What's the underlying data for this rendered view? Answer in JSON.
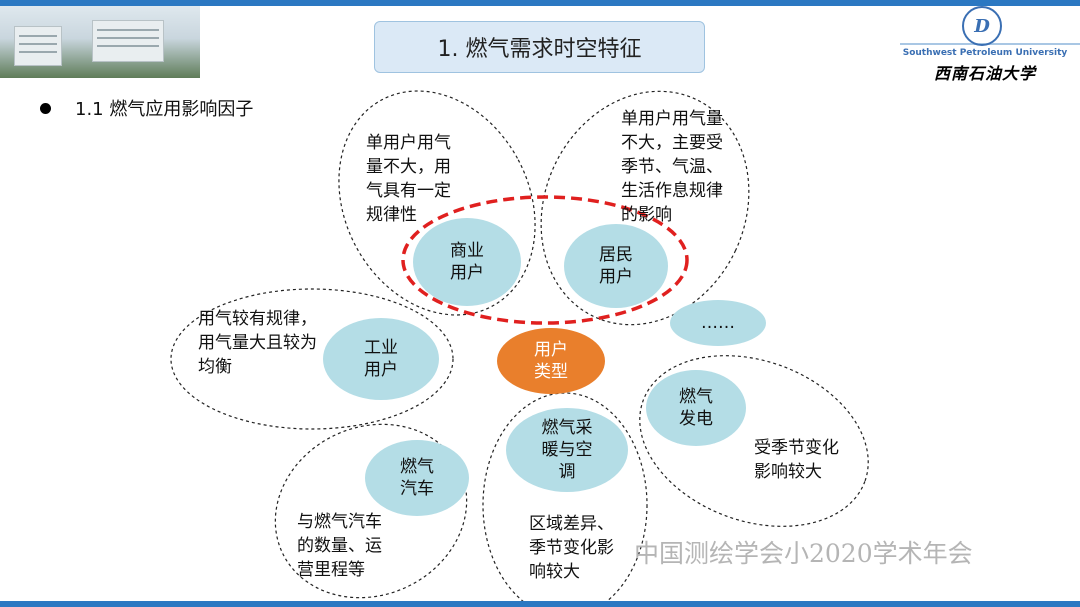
{
  "header": {
    "title": "1. 燃气需求时空特征"
  },
  "university": {
    "name_en": "Southwest Petroleum University",
    "name_cn": "西南石油大学",
    "seal": "D"
  },
  "section": {
    "label": "1.1 燃气应用影响因子"
  },
  "diagram": {
    "center": "用户\n类型",
    "commercial": {
      "node": "商业\n用户",
      "note": "单用户用气\n量不大，用\n气具有一定\n规律性"
    },
    "residential": {
      "node": "居民\n用户",
      "note": "单用户用气量\n不大，主要受\n季节、气温、\n生活作息规律\n的影响"
    },
    "industrial": {
      "node": "工业\n用户",
      "note": "用气较有规律，\n用气量大且较为\n均衡"
    },
    "more": "……",
    "power": {
      "node": "燃气\n发电",
      "note": "受季节变化\n影响较大"
    },
    "heating": {
      "node": "燃气采\n暖与空\n调",
      "note": "区域差异、\n季节变化影\n响较大"
    },
    "vehicle": {
      "node": "燃气\n汽车",
      "note": "与燃气汽车\n的数量、运\n营里程等"
    }
  },
  "watermark": "中国测绘学会小2020学术年会",
  "colors": {
    "accent": "#2b78c2",
    "center": "#e97f2c",
    "node": "#b4dde6",
    "highlight": "#e0201f"
  }
}
